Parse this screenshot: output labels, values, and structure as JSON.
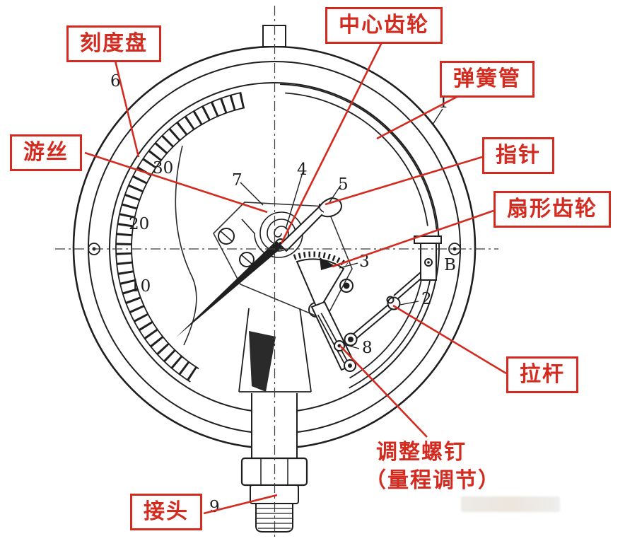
{
  "colors": {
    "annotation_red": "#d42b20",
    "ink": "#1f1f1f",
    "background": "#ffffff"
  },
  "callouts": {
    "dial": "刻度盘",
    "center_gear": "中心齿轮",
    "bourdon_tube": "弹簧管",
    "hairspring": "游丝",
    "pointer": "指针",
    "sector_gear": "扇形齿轮",
    "pull_rod": "拉杆",
    "adjust_screw_line1": "调整螺钉",
    "adjust_screw_line2": "（量程调节）",
    "joint": "接头"
  },
  "scale_values": {
    "v30": "30",
    "v20": "20",
    "v10": "10"
  },
  "part_numbers": {
    "p1": "1",
    "p2": "2",
    "p3": "3",
    "p4": "4",
    "p5": "5",
    "p6": "6",
    "p7": "7",
    "p8": "8",
    "p9": "9",
    "pB": "B"
  }
}
